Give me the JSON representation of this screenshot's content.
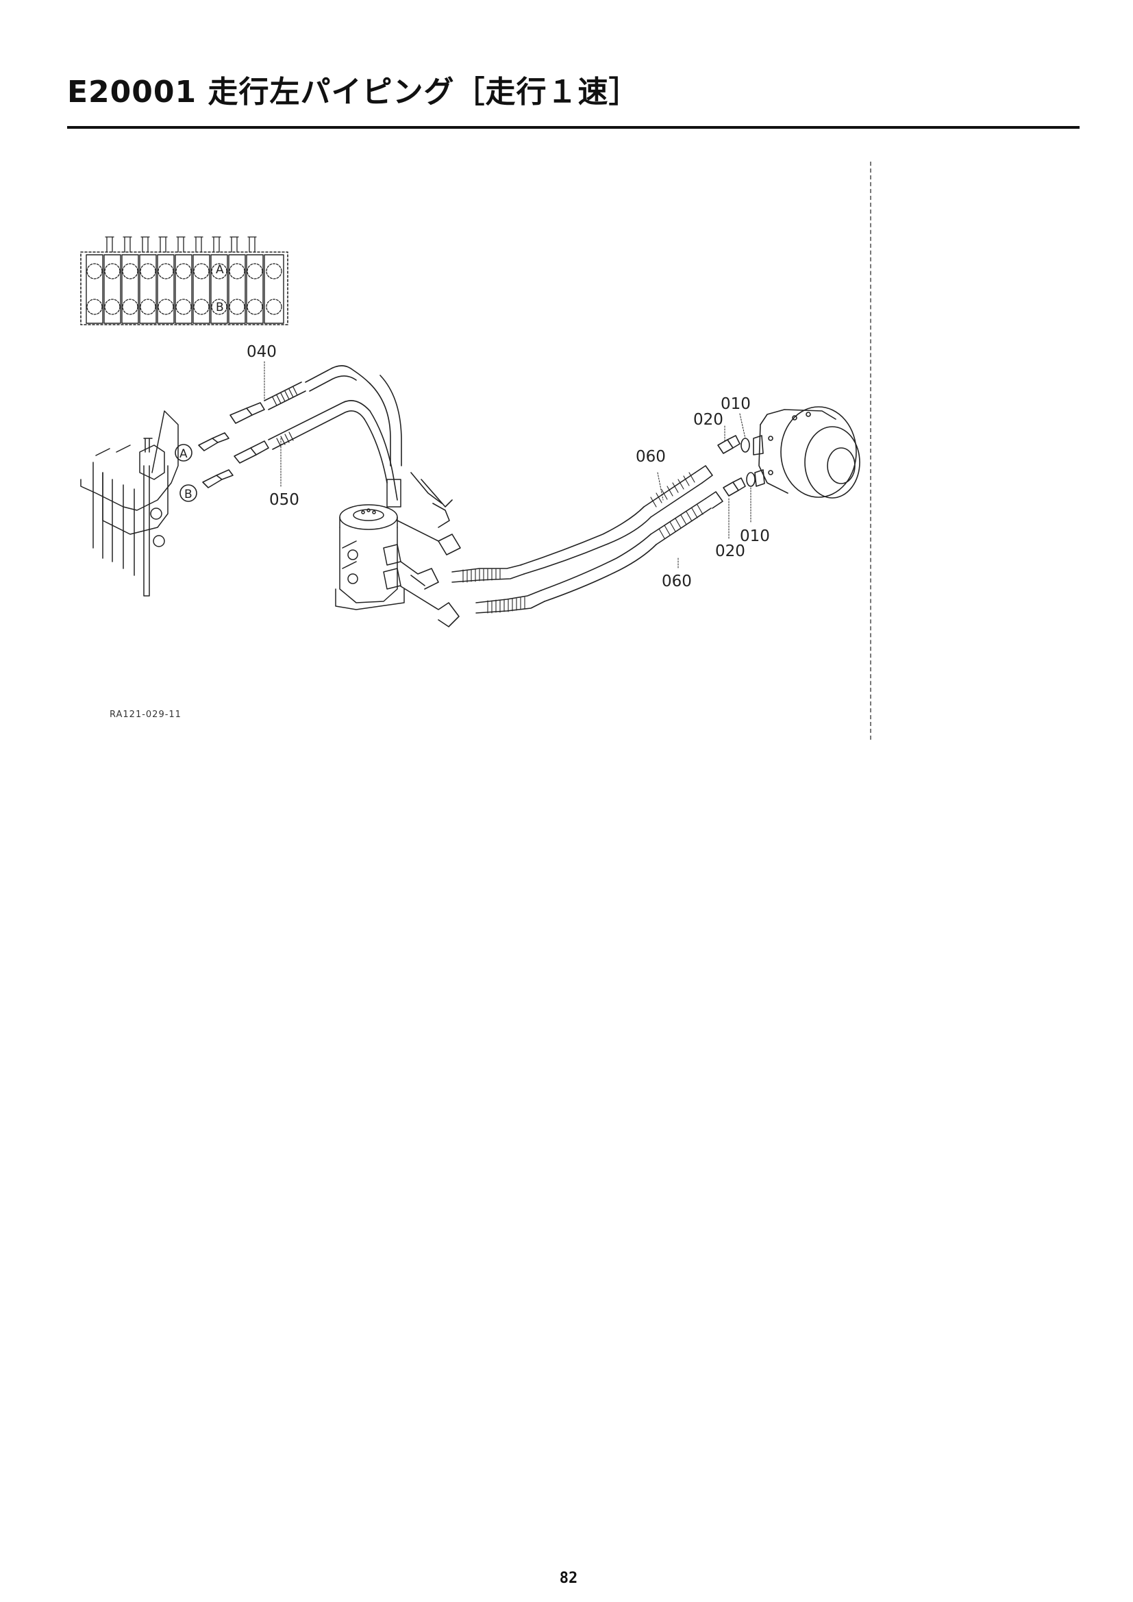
{
  "header": {
    "code": "E20001",
    "title": "走行左パイピング［走行１速］"
  },
  "diagram": {
    "port_labels": {
      "a": "A",
      "b": "B"
    },
    "callouts": [
      "040",
      "050",
      "060",
      "060",
      "020",
      "010",
      "020",
      "010"
    ],
    "reference_code": "RA121-029-11"
  },
  "footer": {
    "page_number": "82"
  }
}
